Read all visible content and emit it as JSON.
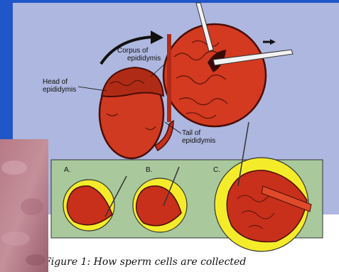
{
  "labels": {
    "corpus": [
      "Corpus of",
      "epididymis"
    ],
    "head": [
      "Head of",
      "epididymis"
    ],
    "tail": [
      "Tail of",
      "epididymis"
    ]
  },
  "panels": {
    "a": "A.",
    "b": "B.",
    "c": "C."
  },
  "caption": "Figure 1: How sperm cells are collected",
  "colors": {
    "slide_background": "#1f56c8",
    "diagram_background": "#aeb7df",
    "inset_background": "#a9c99c",
    "tissue": "#c8301c",
    "highlight": "#f4ec2a"
  }
}
